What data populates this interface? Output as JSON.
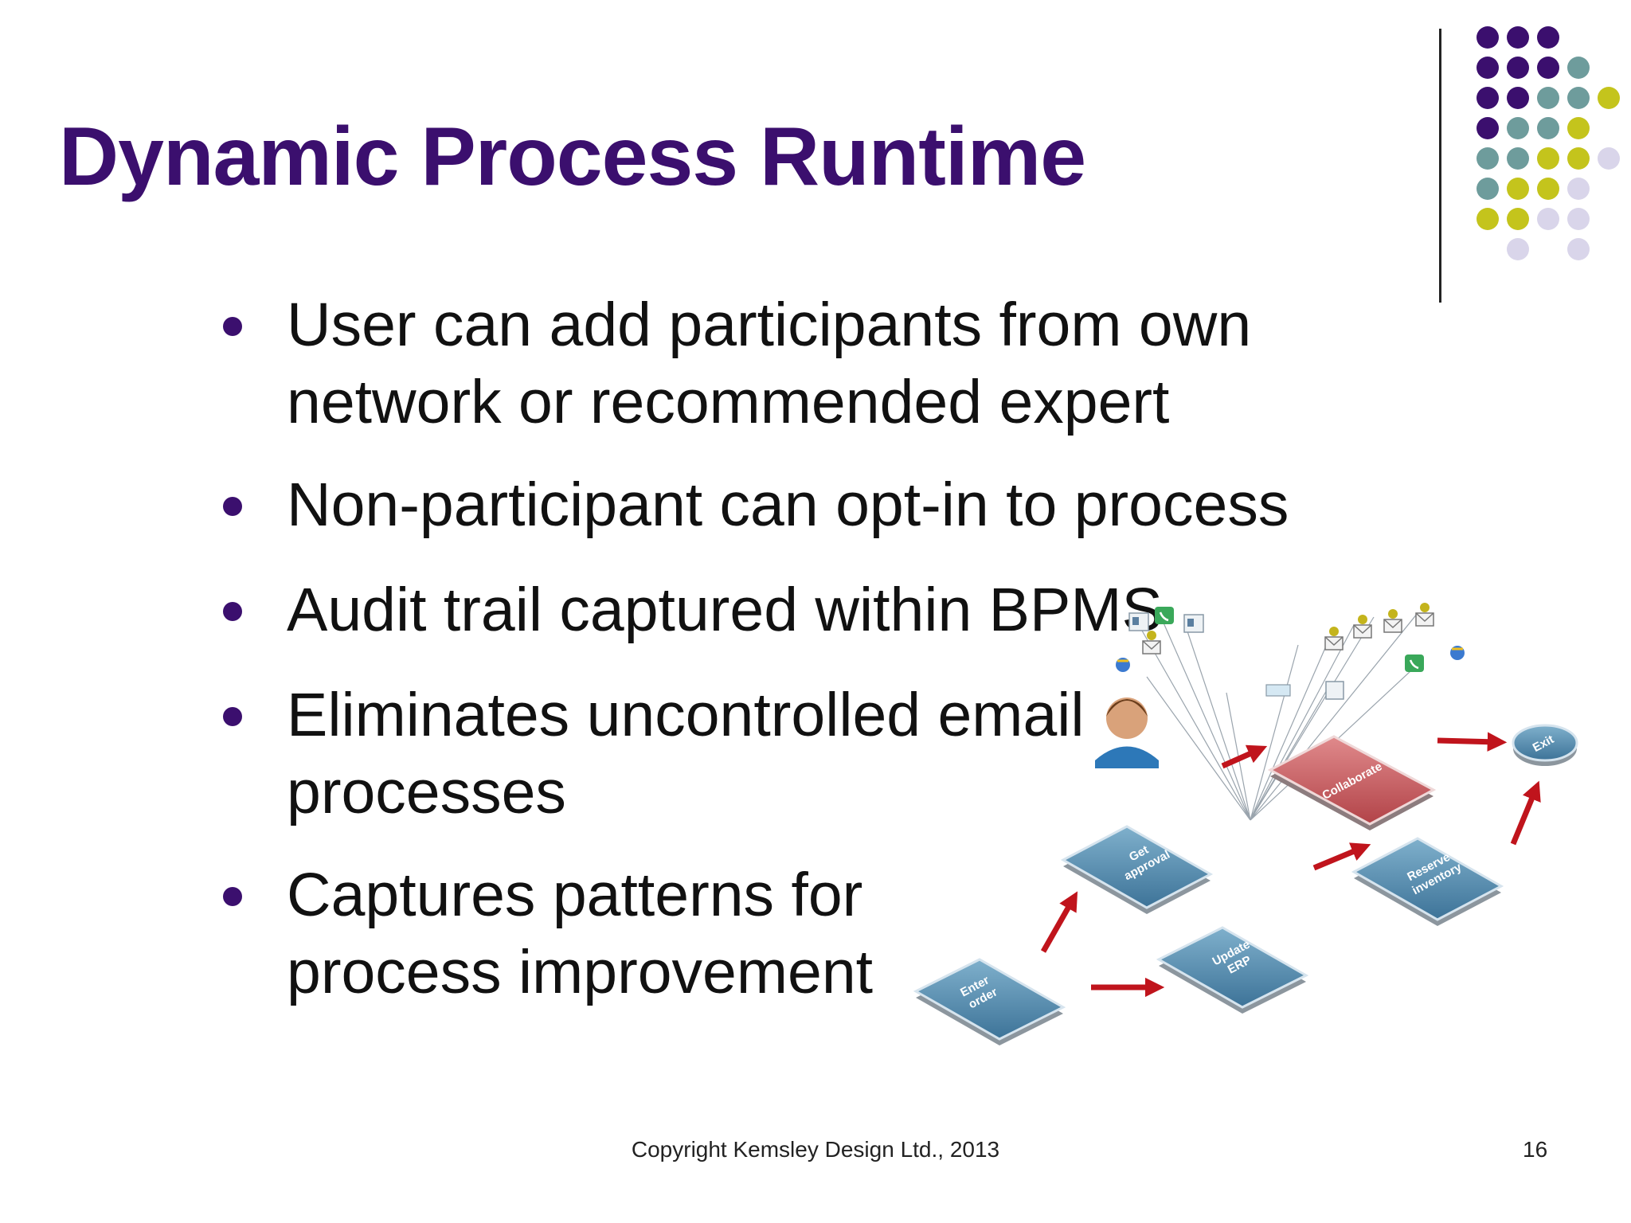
{
  "slide": {
    "title": "Dynamic Process Runtime",
    "bullets": [
      "User can add participants from own network or recommended expert",
      "Non-participant can opt-in to process",
      "Audit trail captured within BPMS",
      "Eliminates uncontrolled email processes",
      "Captures patterns for process improvement"
    ],
    "footer": "Copyright Kemsley Design Ltd., 2013",
    "page_number": "16"
  },
  "diagram": {
    "steps": {
      "enter_order": [
        "Enter",
        "order"
      ],
      "get_approval": [
        "Get",
        "approval"
      ],
      "update_erp": [
        "Update",
        "ERP"
      ],
      "reserve_inventory": [
        "Reserve",
        "inventory"
      ],
      "collaborate": [
        "Collaborate"
      ],
      "exit": [
        "Exit"
      ]
    },
    "icons": [
      "person-icon",
      "email-icon",
      "phone-icon",
      "document-icon",
      "browser-icon"
    ]
  },
  "colors": {
    "title": "#3b0f6e",
    "dot_purple": "#3b0f6e",
    "dot_teal": "#6e9c9c",
    "dot_olive": "#c4c41c",
    "dot_lavender": "#d9d5ea",
    "step_blue": "#4b84a8",
    "step_red": "#c1585c",
    "arrow_red": "#c0141c"
  }
}
